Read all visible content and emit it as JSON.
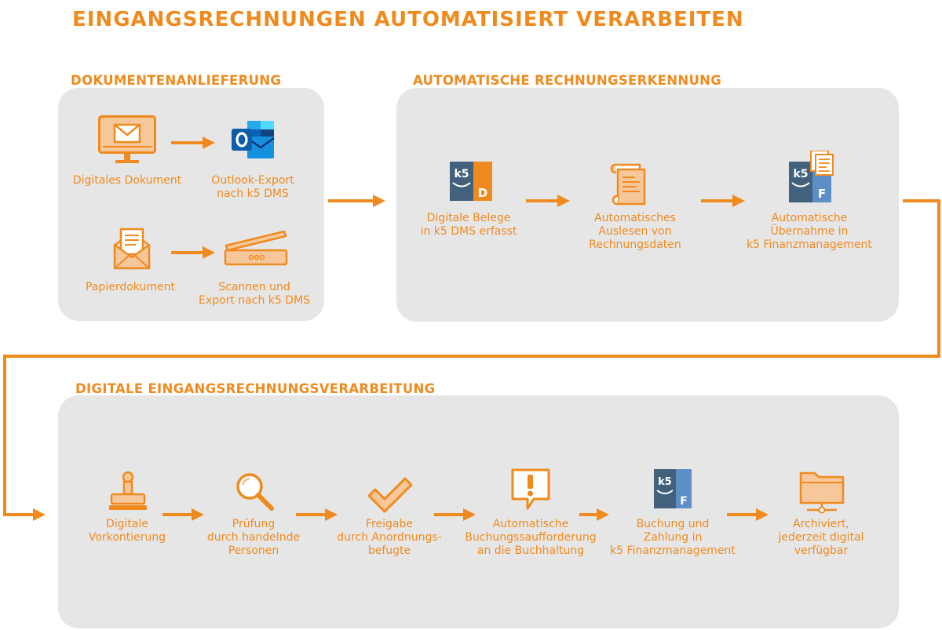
{
  "title": "EINGANGSRECHNUNGEN AUTOMATISIERT VERARBEITEN",
  "sections": {
    "delivery": {
      "title": "DOKUMENTENANLIEFERUNG",
      "steps": {
        "digital_doc": "Digitales Dokument",
        "outlook": "Outlook-Export\nnach k5 DMS",
        "paper_doc": "Papierdokument",
        "scan": "Scannen und\nExport nach k5 DMS"
      }
    },
    "recognition": {
      "title": "AUTOMATISCHE RECHNUNGSERKENNUNG",
      "steps": {
        "captured": "Digitale Belege\nin k5 DMS erfasst",
        "reading": "Automatisches\nAuslesen von\nRechnungsdaten",
        "transfer": "Automatische\nÜbernahme in\nk5 Finanzmanagement"
      }
    },
    "processing": {
      "title": "DIGITALE EINGANGSRECHNUNGSVERARBEITUNG",
      "steps": {
        "assignment": "Digitale\nVorkontierung",
        "review": "Prüfung\ndurch handelnde\nPersonen",
        "approval": "Freigabe\ndurch Anordnungs-\nbefugte",
        "request": "Automatische\nBuchungssaufforderung\nan die Buchhaltung",
        "payment": "Buchung und\nZahlung in\nk5 Finanzmanagement",
        "archive": "Archiviert,\njederzeit digital\nverfügbar"
      }
    }
  },
  "icon_letters": {
    "dms": "D",
    "finance": "F",
    "k5": "k5"
  },
  "colors": {
    "accent": "#ef8b1e",
    "panel": "#e6e6e6",
    "k5_dark": "#41617c",
    "k5_light": "#5b8fc6",
    "outlook_blue": "#0f6cbd"
  }
}
